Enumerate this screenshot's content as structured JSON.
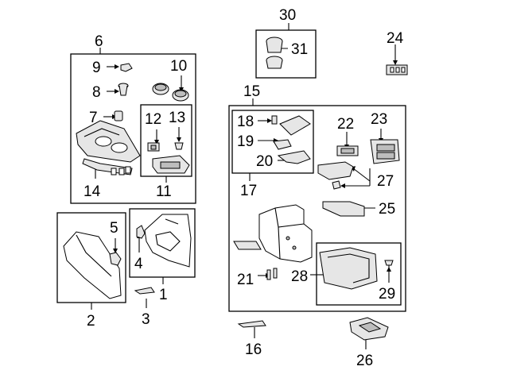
{
  "callouts": [
    {
      "id": "c1",
      "text": "1"
    },
    {
      "id": "c2",
      "text": "2"
    },
    {
      "id": "c3",
      "text": "3"
    },
    {
      "id": "c4",
      "text": "4"
    },
    {
      "id": "c5",
      "text": "5"
    },
    {
      "id": "c6",
      "text": "6"
    },
    {
      "id": "c7",
      "text": "7"
    },
    {
      "id": "c8",
      "text": "8"
    },
    {
      "id": "c9",
      "text": "9"
    },
    {
      "id": "c10",
      "text": "10"
    },
    {
      "id": "c11",
      "text": "11"
    },
    {
      "id": "c12",
      "text": "12"
    },
    {
      "id": "c13",
      "text": "13"
    },
    {
      "id": "c14",
      "text": "14"
    },
    {
      "id": "c15",
      "text": "15"
    },
    {
      "id": "c16",
      "text": "16"
    },
    {
      "id": "c17",
      "text": "17"
    },
    {
      "id": "c18",
      "text": "18"
    },
    {
      "id": "c19",
      "text": "19"
    },
    {
      "id": "c20",
      "text": "20"
    },
    {
      "id": "c21",
      "text": "21"
    },
    {
      "id": "c22",
      "text": "22"
    },
    {
      "id": "c23",
      "text": "23"
    },
    {
      "id": "c24",
      "text": "24"
    },
    {
      "id": "c25",
      "text": "25"
    },
    {
      "id": "c26",
      "text": "26"
    },
    {
      "id": "c27",
      "text": "27"
    },
    {
      "id": "c28",
      "text": "28"
    },
    {
      "id": "c29",
      "text": "29"
    },
    {
      "id": "c30",
      "text": "30"
    },
    {
      "id": "c31",
      "text": "31"
    }
  ]
}
